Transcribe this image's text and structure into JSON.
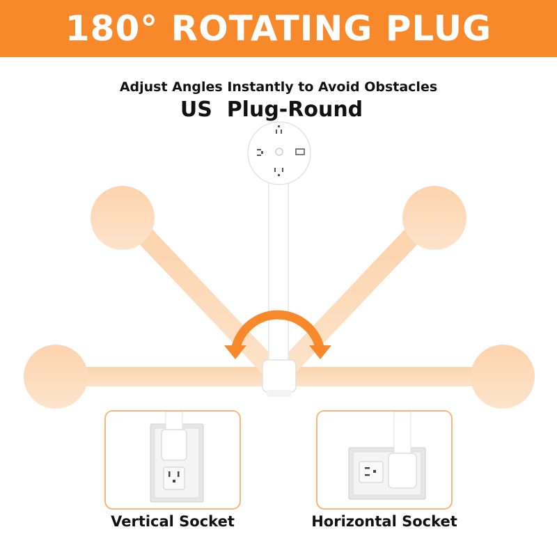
{
  "banner": {
    "title": "180° ROTATING PLUG",
    "color": "#f7892a"
  },
  "subtitle": "Adjust Angles Instantly to Avoid Obstacles",
  "product_label": "US  Plug-Round",
  "colors": {
    "rotation_ghost": "#fcd9b8",
    "rotation_arrow": "#f7892a",
    "panel_border": "#f5b77a",
    "plug_white": "#ffffff"
  },
  "icons": [
    "rotation-arrow-icon",
    "outlet-icon"
  ],
  "rotation_range_degrees": 180,
  "panels": {
    "vertical": {
      "caption": "Vertical Socket"
    },
    "horizontal": {
      "caption": "Horizontal Socket"
    }
  }
}
